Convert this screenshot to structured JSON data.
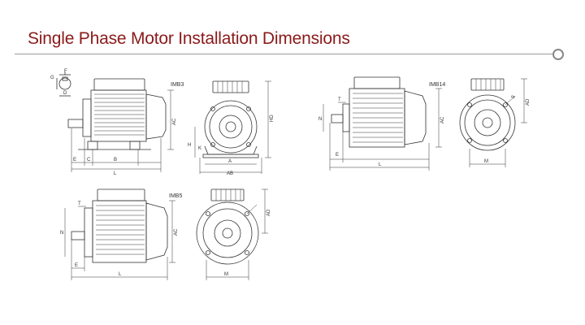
{
  "page": {
    "title": "Single Phase Motor Installation Dimensions"
  },
  "drawings": {
    "imb3": {
      "label": "IMB3",
      "dims": {
        "F": "F",
        "G": "G",
        "D": "D",
        "E": "E",
        "C": "C",
        "B": "B",
        "L": "L",
        "AC": "AC",
        "HD": "HD",
        "H": "H",
        "K": "K",
        "A": "A",
        "AB": "AB"
      }
    },
    "imb14": {
      "label": "IMB14",
      "dims": {
        "T": "T",
        "N": "N",
        "E": "E",
        "L": "L",
        "AC": "AC",
        "S": "S",
        "AD": "AD",
        "M": "M"
      }
    },
    "imb5": {
      "label": "IMB5",
      "dims": {
        "T": "T",
        "N": "N",
        "E": "E",
        "L": "L",
        "AC": "AC",
        "AD": "AD",
        "M": "M"
      }
    }
  }
}
